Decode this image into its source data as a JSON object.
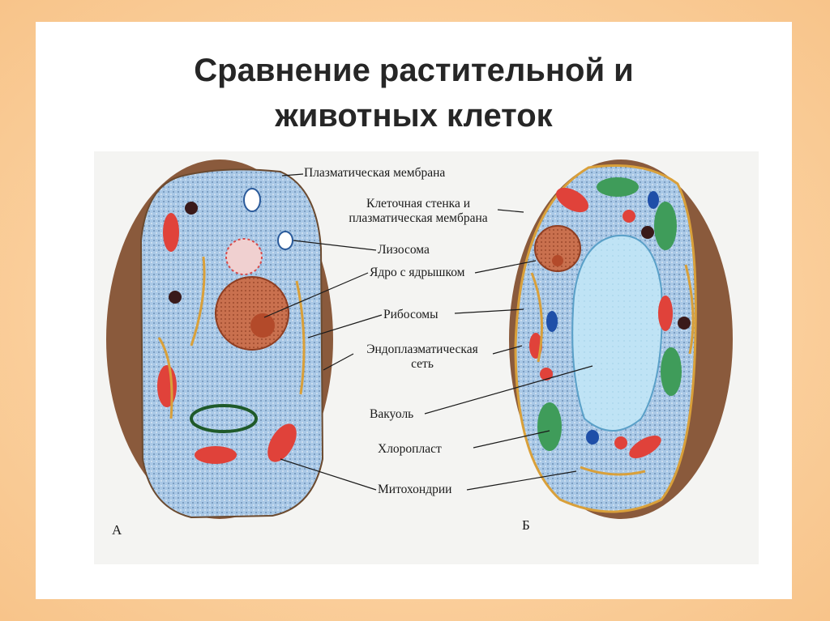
{
  "slide": {
    "title_line1": "Сравнение растительной и",
    "title_line2": "животных клеток"
  },
  "figure": {
    "labels": {
      "plasma_membrane": "Плазматическая мембрана",
      "cell_wall_line1": "Клеточная стенка и",
      "cell_wall_line2": "плазматическая мембрана",
      "lysosome": "Лизосома",
      "nucleus": "Ядро с ядрышком",
      "ribosomes": "Рибосомы",
      "er_line1": "Эндоплазматическая",
      "er_line2": "сеть",
      "vacuole": "Вакуоль",
      "chloroplast": "Хлоропласт",
      "mitochondria": "Митохондрии"
    },
    "cell_a_letter": "А",
    "cell_b_letter": "Б"
  },
  "colors": {
    "cytoplasm": "#a9c8e6",
    "cell_shell": "#8a5a3c",
    "mitochondrion": "#e0423a",
    "chloroplast": "#3f9c5a",
    "vacuole": "#bfe3f5",
    "nucleus": "#c9704e"
  }
}
